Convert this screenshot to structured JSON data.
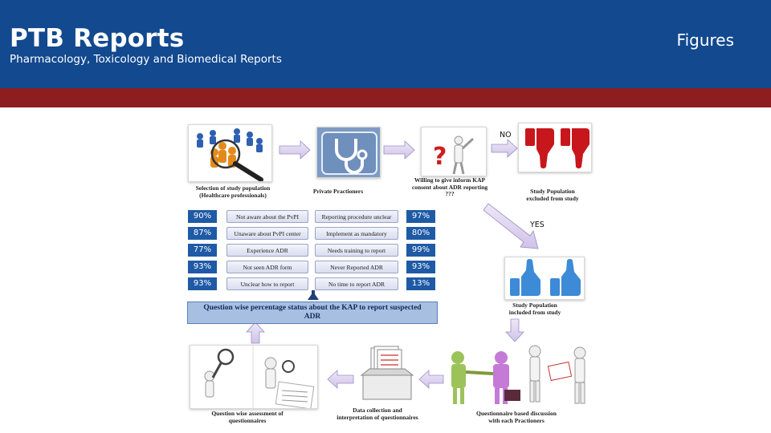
{
  "header": {
    "brand": "PTB Reports",
    "subtitle": "Pharmacology, Toxicology and Biomedical Reports",
    "section": "Figures"
  },
  "colors": {
    "header_blue": "#12498f",
    "accent_red": "#8d1d1f",
    "pct_blue": "#1f5aa6",
    "arrow_fill": "#e3dbf2",
    "thumb_red": "#c8171c",
    "thumb_blue": "#3d8ad6"
  },
  "flow": {
    "selection_caption": "Selection of study population\n(Healthcare professionals)",
    "practitioners_caption": "Private Practioners",
    "willing_caption": "Willing to give inform KAP\nconsent about ADR reporting\n???",
    "no_label": "NO",
    "yes_label": "YES",
    "excluded_caption": "Study Population\nexcluded from study",
    "included_caption": "Study Population\nincluded from study",
    "discussion_caption": "Questionnaire based discussion\nwith each Practioners",
    "collection_caption": "Data collection and\ninterpretation of questionnaires",
    "assessment_caption": "Question wise assessment of\nquestionnaires",
    "question_box": "Question wise percentage status about the KAP to report suspected\nADR"
  },
  "stats": {
    "left": [
      {
        "pct": "90%",
        "text": "Not aware about the PvPI"
      },
      {
        "pct": "87%",
        "text": "Unaware about PvPI center"
      },
      {
        "pct": "77%",
        "text": "Experience ADR"
      },
      {
        "pct": "93%",
        "text": "Not seen ADR form"
      },
      {
        "pct": "93%",
        "text": "Unclear  how to report"
      }
    ],
    "right": [
      {
        "pct": "97%",
        "text": "Reporting procedure unclear"
      },
      {
        "pct": "80%",
        "text": "Implement as mandatory"
      },
      {
        "pct": "99%",
        "text": "Needs training to report"
      },
      {
        "pct": "93%",
        "text": "Never Reported ADR"
      },
      {
        "pct": "13%",
        "text": "No time to report ADR"
      }
    ]
  },
  "icons": {
    "people_search": "people-magnifier-icon",
    "stethoscope": "stethoscope-icon",
    "question_man": "question-mark-person-icon",
    "thumbs_down": "thumbs-down-icon",
    "thumbs_up": "thumbs-up-icon",
    "handshake": "handshake-figures-icon",
    "box": "open-box-papers-icon",
    "magnifier_figures": "inspector-figures-icon"
  }
}
